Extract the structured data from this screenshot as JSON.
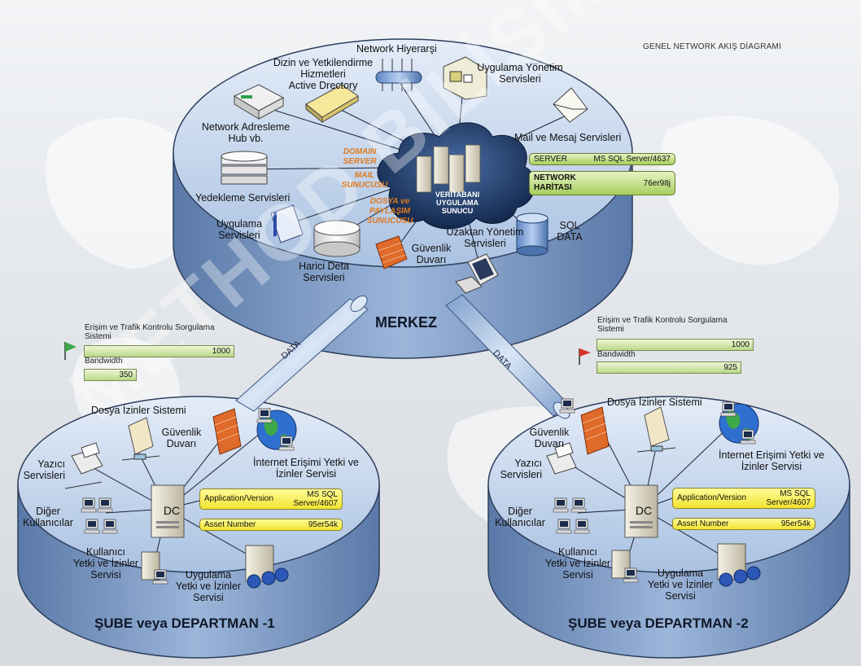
{
  "diagram_title": "GENEL NETWORK AKIŞ DİAGRAMI",
  "watermark": "METHOD BİLİŞİM",
  "colors": {
    "disk_top": "#c7d8ee",
    "disk_side": "#6f8fbf",
    "pipe": "#9db8dd",
    "green_tag": "#a6cf5e",
    "yellow_tag": "#f2e430",
    "firewall": "#e06a2a",
    "orange_text": "#e07a1e"
  },
  "merkez": {
    "name": "MERKEZ",
    "labels": {
      "network_hierarchy": "Network Hiyerarşi",
      "directory_1": "Dizin ve Yetkilendirme",
      "directory_2": "Hizmetleri",
      "directory_3": "Active Drectory",
      "app_mgmt_1": "Uygulama Yönetim",
      "app_mgmt_2": "Servisleri",
      "network_addr_1": "Network Adresleme",
      "network_addr_2": "Hub vb.",
      "mail_msg": "Mail ve Mesaj Servisleri",
      "backup": "Yedekleme Servisleri",
      "apps_1": "Uygulama",
      "apps_2": "Servisleri",
      "external_data_1": "Harici Deta",
      "external_data_2": "Servisleri",
      "remote_mgmt_1": "Uzaktan Yönetim",
      "remote_mgmt_2": "Servisleri",
      "sql_1": "SQL",
      "sql_2": "DATA",
      "firewall_1": "Güvenlik",
      "firewall_2": "Duvarı",
      "cloud_1": "VERİTABANI",
      "cloud_2": "UYGULAMA",
      "cloud_3": "SUNUCU"
    },
    "orange": {
      "domain_1": "DOMAIN",
      "domain_2": "SERVER",
      "mail_1": "MAIL",
      "mail_2": "SUNUCUSU",
      "file_1": "DOSYA ve",
      "file_2": "PAYLAŞIM",
      "file_3": "SUNUCUSU"
    },
    "tags": {
      "server_key": "SERVER",
      "server_val": "MS SQL Server/4637",
      "netmap_key_1": "NETWORK",
      "netmap_key_2": "HARİTASI",
      "netmap_val": "76er98j"
    }
  },
  "pipe_label": "DATA",
  "metrics": {
    "left": {
      "access_label_1": "Erişim ve Trafik Kontrolu Sorgulama",
      "access_label_2": "Sistemi",
      "access_value": "1000",
      "bandwidth_label": "Bandwidth",
      "bandwidth_value": "350"
    },
    "right": {
      "access_label_1": "Erişim ve Trafik Kontrolu Sorgulama",
      "access_label_2": "Sistemi",
      "access_value": "1000",
      "bandwidth_label": "Bandwidth",
      "bandwidth_value": "925"
    }
  },
  "branch1": {
    "name": "ŞUBE veya DEPARTMAN -1",
    "file_perm": "Dosya İzinler Sistemi",
    "firewall_1": "Güvenlik",
    "firewall_2": "Duvarı",
    "internet_1": "İnternet Erişimi Yetki ve",
    "internet_2": "İzinler Servisi",
    "printer_1": "Yazıcı",
    "printer_2": "Servisleri",
    "other_1": "Diğer",
    "other_2": "Kullanıcılar",
    "dc": "DC",
    "user_1": "Kullanıcı",
    "user_2": "Yetki ve İzinler",
    "user_3": "Servisi",
    "app_1": "Uygulama",
    "app_2": "Yetki ve İzinler",
    "app_3": "Servisi",
    "app_key": "Application/Version",
    "app_val_1": "MS SQL",
    "app_val_2": "Server/4607",
    "asset_key": "Asset Number",
    "asset_val": "95er54k"
  },
  "branch2": {
    "name": "ŞUBE veya DEPARTMAN -2",
    "file_perm": "Dosya İzinler Sistemi",
    "firewall_1": "Güvenlik",
    "firewall_2": "Duvarı",
    "internet_1": "İnternet Erişimi Yetki ve",
    "internet_2": "İzinler Servisi",
    "printer_1": "Yazıcı",
    "printer_2": "Servisleri",
    "other_1": "Diğer",
    "other_2": "Kullanıcılar",
    "dc": "DC",
    "user_1": "Kullanıcı",
    "user_2": "Yetki ve İzinler",
    "user_3": "Servisi",
    "app_1": "Uygulama",
    "app_2": "Yetki ve İzinler",
    "app_3": "Servisi",
    "app_key": "Application/Version",
    "app_val_1": "MS SQL",
    "app_val_2": "Server/4607",
    "asset_key": "Asset Number",
    "asset_val": "95er54k"
  }
}
